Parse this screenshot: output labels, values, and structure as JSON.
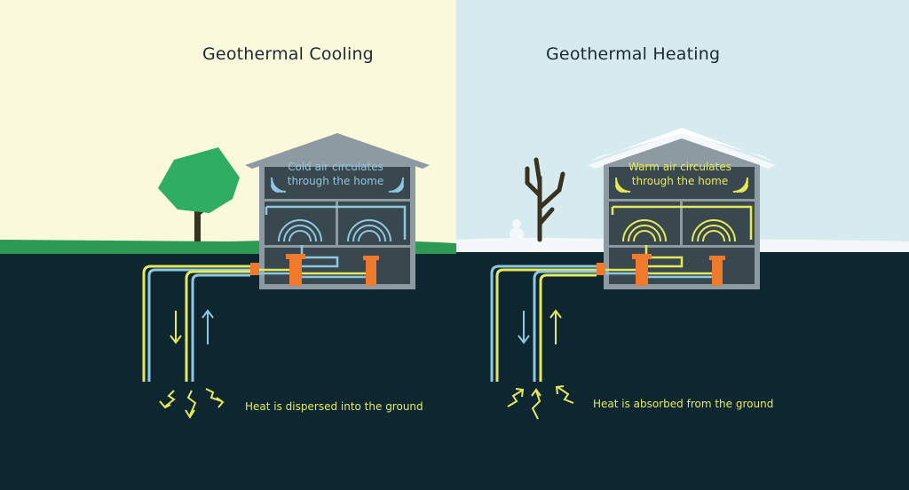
{
  "cooling": {
    "title": "Geothermal Cooling",
    "house_text_line1": "Cold air circulates",
    "house_text_line2": "through the home",
    "ground_text": "Heat is dispersed into the ground"
  },
  "heating": {
    "title": "Geothermal Heating",
    "house_text_line1": "Warm air circulates",
    "house_text_line2": "through the home",
    "ground_text": "Heat is absorbed from the ground"
  },
  "colors": {
    "cooling_sky": "#fbf9dc",
    "heating_sky": "#d6ebf0",
    "grass": "#2c9a52",
    "snow": "#f4f8fa",
    "ground": "#0e2630",
    "house_roof": "#8e9aa2",
    "house_wall": "#39474f",
    "cold_pipe": "#8ec8e0",
    "warm_pipe": "#e6ea5a",
    "unit": "#f07a2c",
    "tree": "#2fae63",
    "trunk": "#3a3220"
  }
}
